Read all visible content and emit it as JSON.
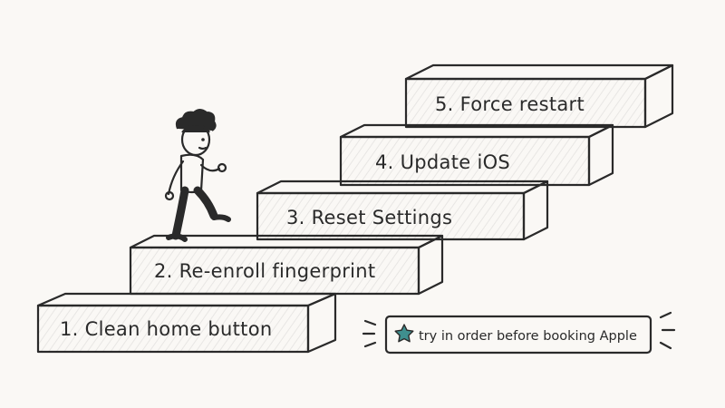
{
  "steps": [
    {
      "label": "1. Clean home button",
      "color": "#7ec8c9"
    },
    {
      "label": "2. Re-enroll fingerprint",
      "color": "#7ec8c9"
    },
    {
      "label": "3. Reset Settings",
      "color": "#7ec8c9"
    },
    {
      "label": "4. Update iOS",
      "color": "#f2b84b"
    },
    {
      "label": "5. Force restart",
      "color": "#f0805f"
    }
  ],
  "note": {
    "text": "try in order before booking Apple",
    "icon": "star-icon",
    "icon_color": "#3f8f8f"
  }
}
